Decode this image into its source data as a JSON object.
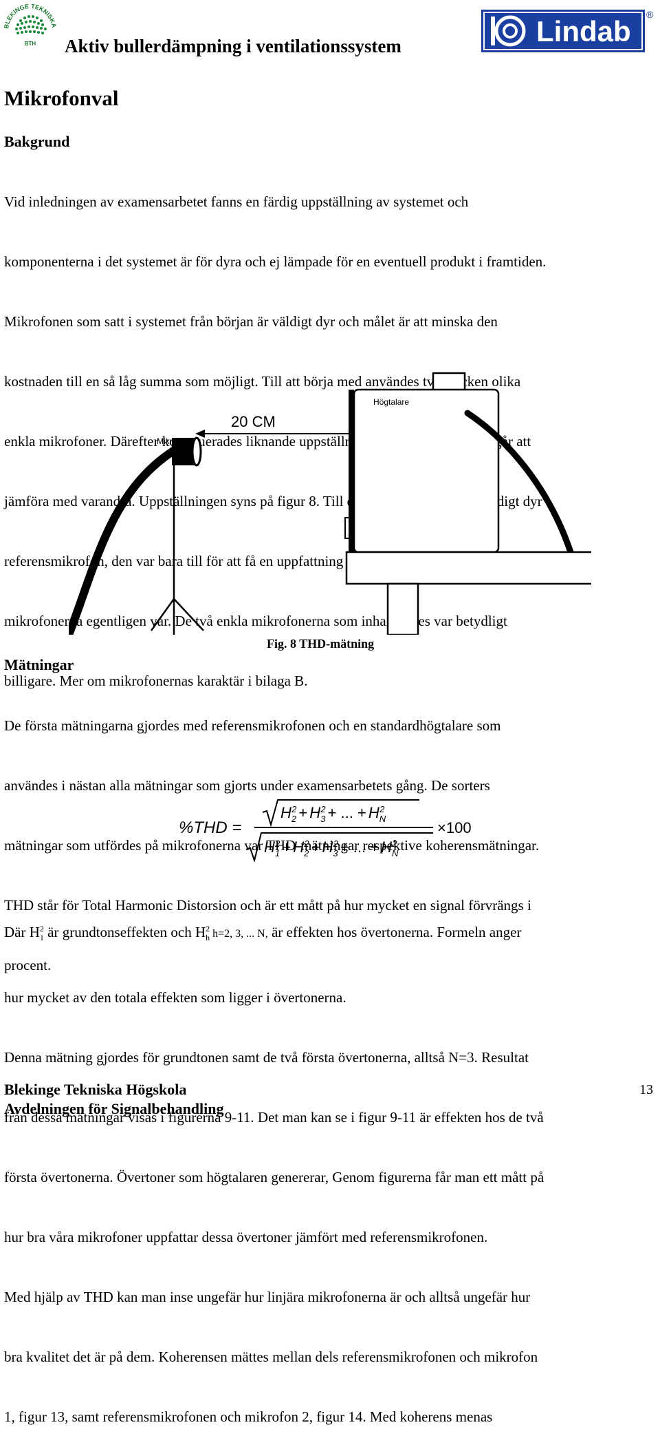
{
  "header": {
    "title": "Aktiv bullerdämpning i ventilationssystem",
    "logo_left": {
      "icon": "bth-seal-logo",
      "ring_text": "BLEKINGE TEKNISKA HÖGSKOLA",
      "inner_text": "BTH"
    },
    "logo_right": {
      "icon": "lindab-logo",
      "text": "Lindab",
      "registered": "®",
      "brand_color": "#1a3fa0"
    }
  },
  "section_title": "Mikrofonval",
  "bakgrund": {
    "heading": "Bakgrund",
    "lines": [
      "Vid inledningen av examensarbetet fanns en färdig uppställning av systemet och",
      "komponenterna i det systemet är för dyra och ej lämpade för en eventuell produkt i framtiden.",
      "Mikrofonen som satt i systemet från början är väldigt dyr och målet är att minska den",
      "kostnaden till en så låg summa som möjligt. Till att börja med användes två stycken olika",
      "enkla mikrofoner. Därefter konstruerades liknande uppställningar för båda två, så de går att",
      "jämföra med varandra. Uppställningen syns på figur 8. Till en början användes en väldigt dyr",
      "referensmikrofon, den var bara till för att få en uppfattning om hur bra de två andra",
      "mikrofonerna egentligen var. De två enkla mikrofonerna som inhandlades var betydligt",
      "billigare. Mer om mikrofonernas karaktär i bilaga B."
    ]
  },
  "figure8": {
    "distance_label": "20 CM",
    "mic_label": "Mikrofon",
    "speaker_label": "Högtalare",
    "caption": "Fig. 8 THD-mätning"
  },
  "matningar": {
    "heading": "Mätningar",
    "lines": [
      "De första mätningarna gjordes med referensmikrofonen och en standardhögtalare som",
      "användes i nästan alla mätningar som gjorts under examensarbetets gång. De sorters",
      "mätningar som utfördes på mikrofonerna var THD-mätningar respektive koherensmätningar.",
      "THD står för Total Harmonic Distorsion och är ett mått på hur mycket en signal förvrängs i",
      "procent."
    ]
  },
  "formula": {
    "lhs": "%THD =",
    "multiplier": "×100",
    "numerator_terms": [
      "H",
      "2",
      "2",
      "+",
      "H",
      "3",
      "2",
      "+ ... +",
      "H",
      "N",
      "2"
    ],
    "denominator_terms": [
      "H",
      "1",
      "2",
      "+",
      "H",
      "2",
      "2",
      "+",
      "H",
      "3",
      "2",
      "+ ... +",
      "H",
      "N",
      "2"
    ]
  },
  "after_formula": {
    "line1_a": "Där H",
    "line1_sub1": "1",
    "line1_sup1": "2",
    "line1_b": " är grundtonseffekten och H",
    "line1_sub2": "h",
    "line1_sup2": "2",
    "line1_small": " h=2, 3, ... N,",
    "line1_c": " är effekten hos övertonerna. Formeln anger",
    "lines": [
      "hur mycket av den totala effekten som ligger i övertonerna.",
      "Denna mätning gjordes för grundtonen samt de två första övertonerna, alltså N=3. Resultat",
      "från dessa mätningar visas i figurerna 9-11. Det man kan se i figur 9-11 är effekten hos de två",
      "första övertonerna. Övertoner som högtalaren genererar, Genom figurerna får man ett mått på",
      "hur bra våra mikrofoner uppfattar dessa övertoner jämfört med referensmikrofonen.",
      "Med hjälp av THD kan man inse ungefär hur linjära mikrofonerna är och alltså ungefär hur",
      "bra kvalitet det är på dem. Koherensen mättes mellan dels referensmikrofonen och mikrofon",
      "1, figur 13, samt referensmikrofonen och mikrofon 2, figur 14. Med koherens menas"
    ]
  },
  "footer": {
    "line1": "Blekinge Tekniska Högskola",
    "line2": "Avdelningen för Signalbehandling",
    "page_number": "13"
  }
}
